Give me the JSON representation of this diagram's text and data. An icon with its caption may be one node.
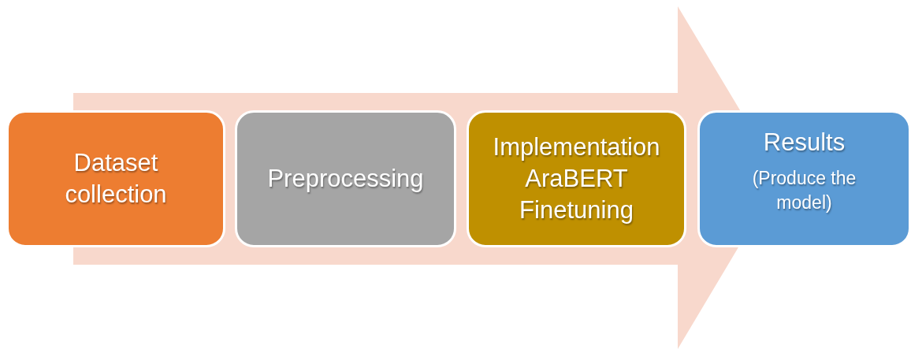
{
  "diagram": {
    "nodes": [
      {
        "text": [
          "Dataset collection"
        ]
      },
      {
        "text": [
          "Preprocessing"
        ]
      },
      {
        "text": [
          "Implementation AraBERT Finetuning"
        ]
      },
      {
        "text": [
          "Results",
          "(Produce the model)"
        ]
      }
    ],
    "edges": []
  }
}
